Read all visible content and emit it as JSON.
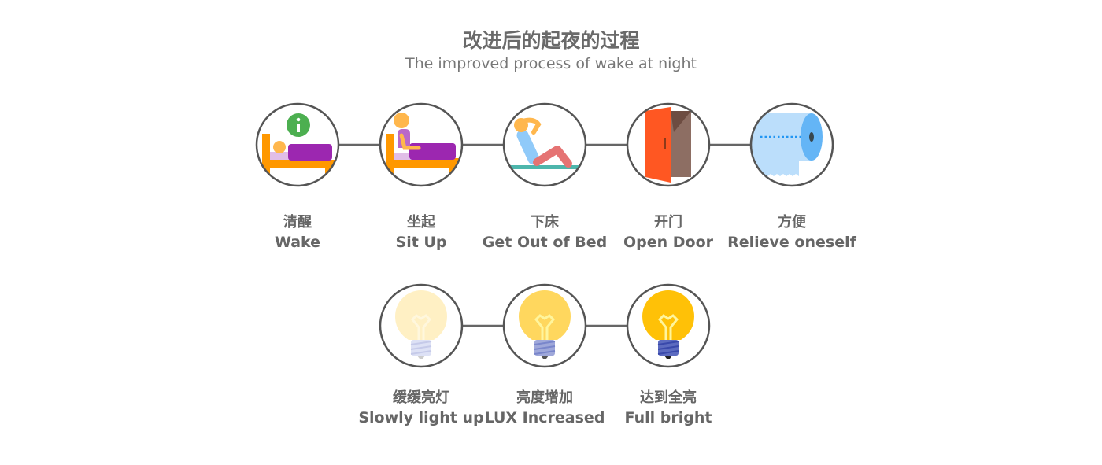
{
  "title": "改进后的起夜的过程",
  "subtitle": "The improved process of wake at night",
  "steps": [
    {
      "cn": "清醒",
      "en": "Wake",
      "icon": "bed-info-icon"
    },
    {
      "cn": "坐起",
      "en": "Sit Up",
      "icon": "sit-up-icon"
    },
    {
      "cn": "下床",
      "en": "Get Out of Bed",
      "icon": "get-up-icon"
    },
    {
      "cn": "开门",
      "en": "Open Door",
      "icon": "door-icon"
    },
    {
      "cn": "方便",
      "en": "Relieve oneself",
      "icon": "toilet-paper-icon"
    }
  ],
  "light_steps": [
    {
      "cn": "缓缓亮灯",
      "en": "Slowly light up",
      "icon": "bulb-dim-icon",
      "color": "#FFF0C4"
    },
    {
      "cn": "亮度增加",
      "en": "LUX Increased",
      "icon": "bulb-medium-icon",
      "color": "#FFD75E"
    },
    {
      "cn": "达到全亮",
      "en": "Full bright",
      "icon": "bulb-full-icon",
      "color": "#FFC107"
    }
  ]
}
